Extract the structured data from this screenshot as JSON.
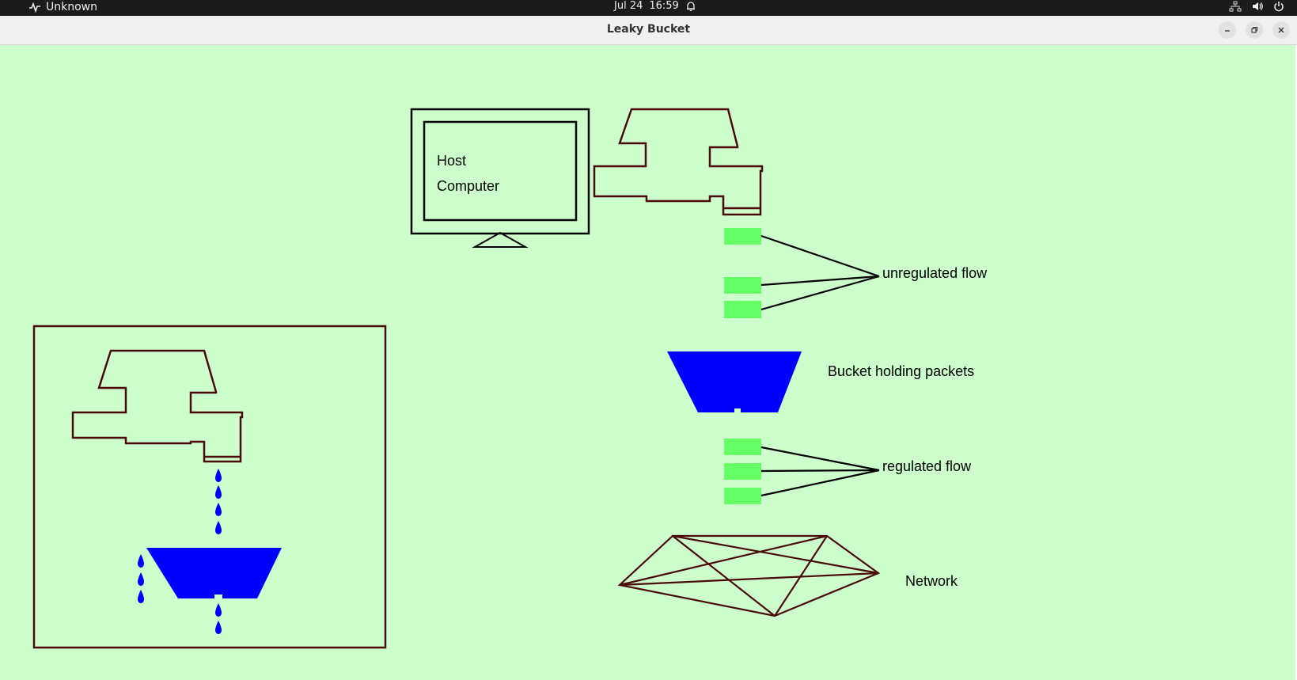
{
  "system_bar": {
    "activities_label": "Unknown",
    "date": "Jul 24",
    "time": "16:59"
  },
  "window": {
    "title": "Leaky Bucket"
  },
  "labels": {
    "host_line1": "Host",
    "host_line2": "Computer",
    "unregulated": "unregulated flow",
    "bucket": "Bucket holding packets",
    "regulated": "regulated flow",
    "network": "Network"
  },
  "colors": {
    "background": "#ccffcc",
    "outline": "#4a0a0a",
    "bucket": "#0000ff",
    "packet": "#66ff66",
    "water_drop": "#0000ff"
  },
  "icons": [
    "activities-icon",
    "bell-icon",
    "network-icon",
    "volume-icon",
    "power-icon",
    "minimize-icon",
    "maximize-icon",
    "close-icon"
  ]
}
